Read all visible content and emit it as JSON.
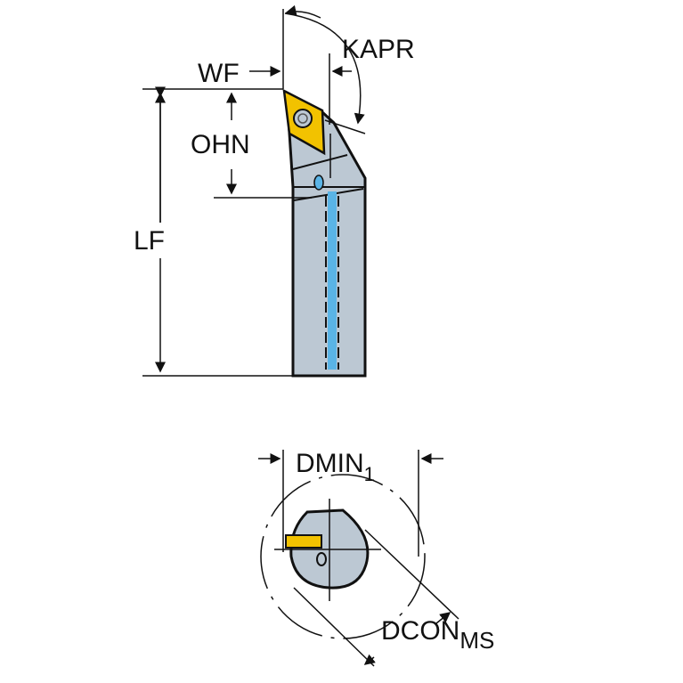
{
  "labels": {
    "wf": "WF",
    "kapr": "KAPR",
    "ohn": "OHN",
    "lf": "LF",
    "dmin": "DMIN",
    "dmin_sub": "1",
    "dcon": "DCON",
    "dcon_sub": "MS"
  },
  "colors": {
    "body": "#bcc8d3",
    "insert": "#f2c200",
    "coolant": "#5ab4e6",
    "line": "#111111"
  }
}
